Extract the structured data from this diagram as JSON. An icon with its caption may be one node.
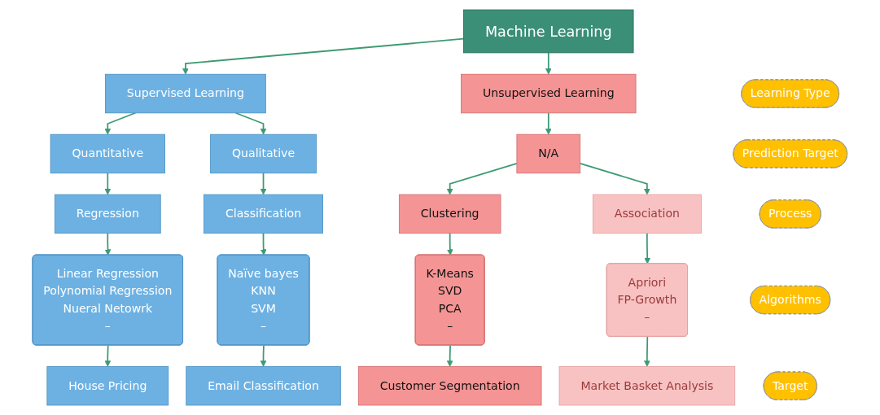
{
  "diagram": {
    "nodes": [
      {
        "text": [
          "Machine Learning"
        ]
      },
      {
        "text": [
          "Supervised Learning"
        ]
      },
      {
        "text": [
          "Unsupervised Learning"
        ]
      },
      {
        "text": [
          "Learning Type"
        ]
      },
      {
        "text": [
          "Quantitative"
        ]
      },
      {
        "text": [
          "Qualitative"
        ]
      },
      {
        "text": [
          "N/A"
        ]
      },
      {
        "text": [
          "Prediction Target"
        ]
      },
      {
        "text": [
          "Regression"
        ]
      },
      {
        "text": [
          "Classification"
        ]
      },
      {
        "text": [
          "Clustering"
        ]
      },
      {
        "text": [
          "Association"
        ]
      },
      {
        "text": [
          "Process"
        ]
      },
      {
        "text": [
          "Linear Regression",
          "Polynomial Regression",
          "Nueral Netowrk",
          "–"
        ]
      },
      {
        "text": [
          "Naïve bayes",
          "KNN",
          "SVM",
          "–"
        ]
      },
      {
        "text": [
          "K-Means",
          "SVD",
          "PCA",
          "–"
        ]
      },
      {
        "text": [
          "Apriori",
          "FP-Growth",
          "–"
        ]
      },
      {
        "text": [
          "Algorithms"
        ]
      },
      {
        "text": [
          "House Pricing"
        ]
      },
      {
        "text": [
          "Email Classification"
        ]
      },
      {
        "text": [
          "Customer Segmentation"
        ]
      },
      {
        "text": [
          "Market Basket Analysis"
        ]
      },
      {
        "text": [
          "Target"
        ]
      }
    ],
    "edges": [
      {
        "from": 0,
        "to": 1,
        "arrow": "to"
      },
      {
        "from": 0,
        "to": 2,
        "arrow": "to"
      },
      {
        "from": 1,
        "to": 4,
        "arrow": "to"
      },
      {
        "from": 1,
        "to": 5,
        "arrow": "to"
      },
      {
        "from": 2,
        "to": 6,
        "arrow": "to"
      },
      {
        "from": 6,
        "to": 10,
        "arrow": "to"
      },
      {
        "from": 6,
        "to": 11,
        "arrow": "to"
      },
      {
        "from": 4,
        "to": 8,
        "arrow": "to"
      },
      {
        "from": 5,
        "to": 9,
        "arrow": "to"
      },
      {
        "from": 8,
        "to": 13,
        "arrow": "to"
      },
      {
        "from": 9,
        "to": 14,
        "arrow": "to"
      },
      {
        "from": 10,
        "to": 15,
        "arrow": "to"
      },
      {
        "from": 11,
        "to": 16,
        "arrow": "to"
      },
      {
        "from": 13,
        "to": 18,
        "arrow": "to"
      },
      {
        "from": 14,
        "to": 19,
        "arrow": "to"
      },
      {
        "from": 15,
        "to": 20,
        "arrow": "to"
      },
      {
        "from": 16,
        "to": 21,
        "arrow": "to"
      }
    ]
  }
}
